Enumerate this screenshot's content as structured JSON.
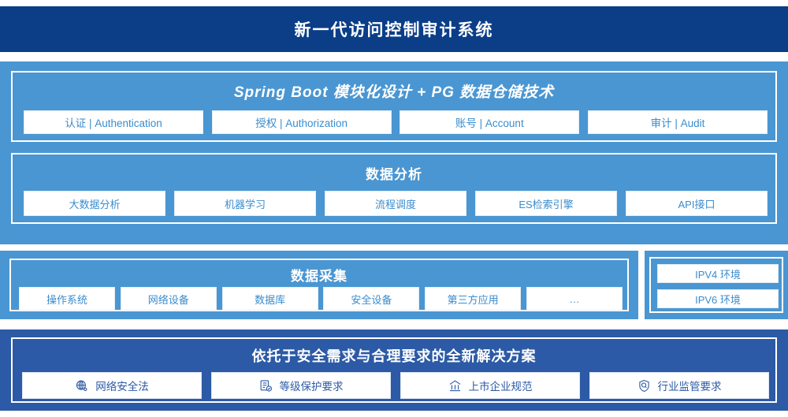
{
  "header": {
    "title": "新一代访问控制审计系统",
    "background_color": "#0b3e87"
  },
  "colors": {
    "primary_blue": "#4a96d2",
    "deep_navy": "#0b3e87",
    "compliance_blue": "#2c5aa6",
    "card_text": "#3a8ccd",
    "card_background": "#ffffff"
  },
  "platform": {
    "title": "Spring Boot 模块化设计 + PG 数据仓储技术",
    "cards": [
      {
        "label": "认证 | Authentication"
      },
      {
        "label": "授权 | Authorization"
      },
      {
        "label": "账号 | Account"
      },
      {
        "label": "审计 | Audit"
      }
    ]
  },
  "analytics": {
    "title": "数据分析",
    "cards": [
      {
        "label": "大数据分析"
      },
      {
        "label": "机器学习"
      },
      {
        "label": "流程调度"
      },
      {
        "label": "ES检索引擎"
      },
      {
        "label": "API接口"
      }
    ]
  },
  "collection": {
    "title": "数据采集",
    "cards": [
      {
        "label": "操作系统"
      },
      {
        "label": "网络设备"
      },
      {
        "label": "数据库"
      },
      {
        "label": "安全设备"
      },
      {
        "label": "第三方应用"
      },
      {
        "label": "…"
      }
    ]
  },
  "environment": {
    "cards": [
      {
        "label": "IPV4 环境"
      },
      {
        "label": "IPV6 环境"
      }
    ]
  },
  "compliance": {
    "title": "依托于安全需求与合理要求的全新解决方案",
    "cards": [
      {
        "label": "网络安全法",
        "icon": "globe-icon"
      },
      {
        "label": "等级保护要求",
        "icon": "document-check-icon"
      },
      {
        "label": "上市企业规范",
        "icon": "bank-icon"
      },
      {
        "label": "行业监管要求",
        "icon": "shield-search-icon"
      }
    ]
  }
}
